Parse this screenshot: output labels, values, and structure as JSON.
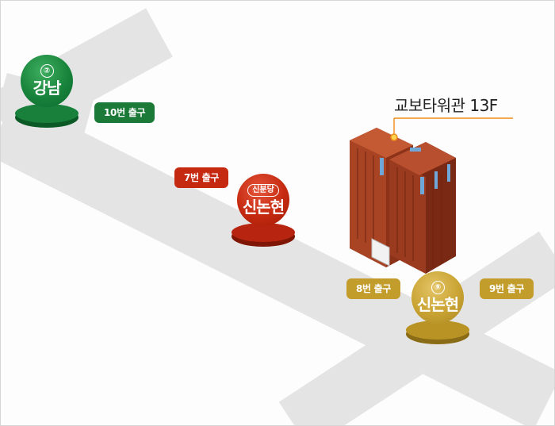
{
  "building": {
    "label": "교보타워관 13F"
  },
  "stations": {
    "gangnam": {
      "line": "②",
      "name": "강남",
      "exit": "10번 출구"
    },
    "sinnonhyeon_sinbundang": {
      "line": "신분당",
      "name": "신논현",
      "exit": "7번 출구"
    },
    "sinnonhyeon_line9": {
      "line": "⑨",
      "name": "신논현",
      "exit_left": "8번 출구",
      "exit_right": "9번 출구"
    }
  },
  "colors": {
    "line2": "#17833b",
    "sinbundang": "#c52a10",
    "line9": "#c9a332",
    "road": "#e4e4e4",
    "accent": "#f08c1a"
  }
}
